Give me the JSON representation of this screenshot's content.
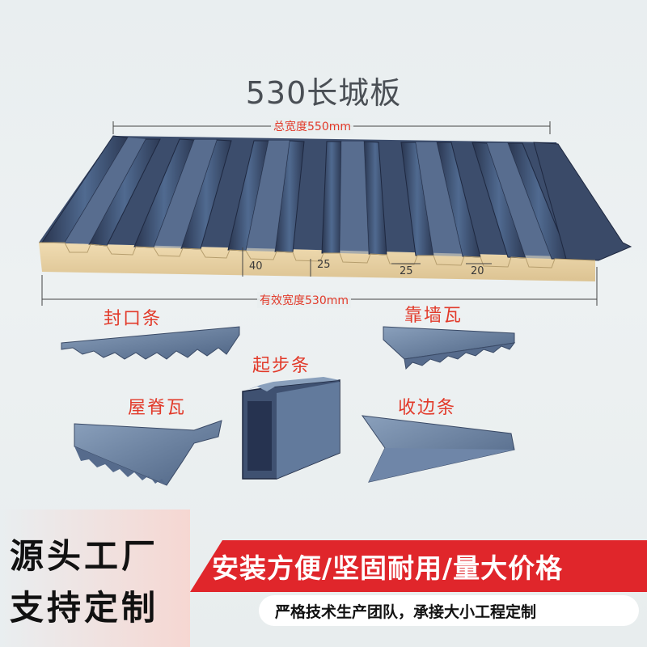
{
  "title": "530长城板",
  "dimensions": {
    "total_width": "总宽度550mm",
    "effective_width": "有效宽度530mm",
    "d40": "40",
    "d25a": "25",
    "d25b": "25",
    "d20": "20"
  },
  "parts": {
    "sealing_strip": "封口条",
    "wall_tile": "靠墙瓦",
    "starter_strip": "起步条",
    "ridge_tile": "屋脊瓦",
    "edge_strip": "收边条"
  },
  "banner": {
    "line1": "源头工厂",
    "line2": "支持定制",
    "slogan": "安装方便/坚固耐用/量大价格",
    "subtitle": "严格技术生产团队，承接大小工程定制"
  },
  "colors": {
    "accent": "#e0262b",
    "panel": "#3d4f6e",
    "foam": "#e8d4a8"
  }
}
